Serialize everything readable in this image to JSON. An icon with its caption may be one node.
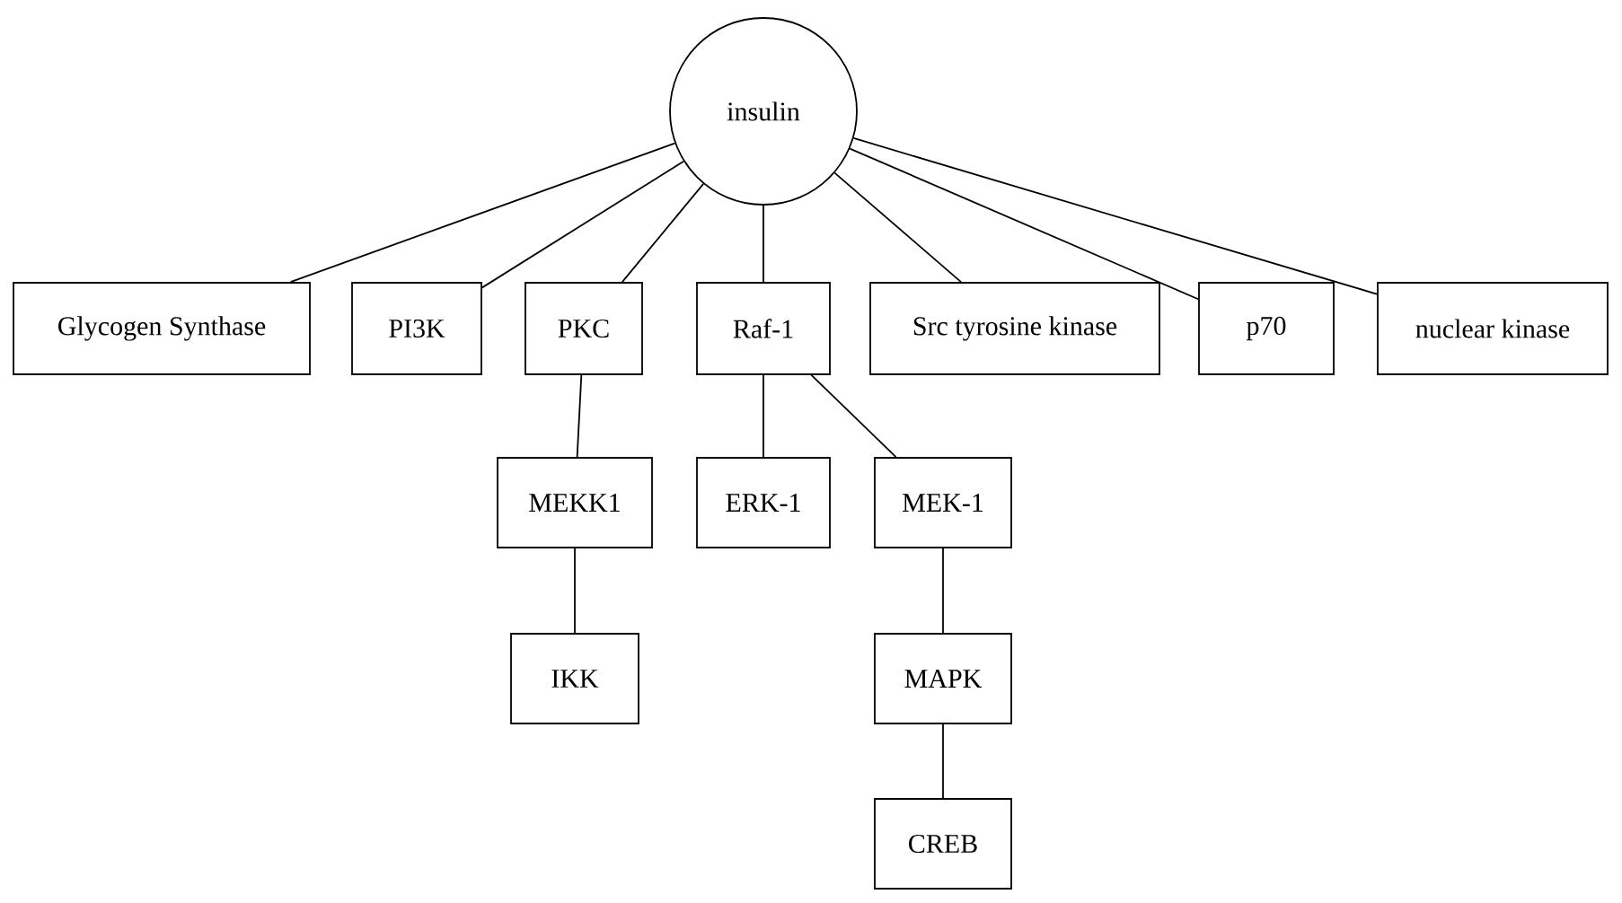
{
  "diagram": {
    "nodes": [
      {
        "text": [
          "insulin"
        ]
      },
      {
        "text": [
          "Glycogen Synthase"
        ]
      },
      {
        "text": [
          "PI3K"
        ]
      },
      {
        "text": [
          "PKC"
        ]
      },
      {
        "text": [
          "Raf-1"
        ]
      },
      {
        "text": [
          "Src tyrosine kinase"
        ]
      },
      {
        "text": [
          "p70"
        ]
      },
      {
        "text": [
          "nuclear kinase"
        ]
      },
      {
        "text": [
          "MEKK1"
        ]
      },
      {
        "text": [
          "ERK-1"
        ]
      },
      {
        "text": [
          "MEK-1"
        ]
      },
      {
        "text": [
          "IKK"
        ]
      },
      {
        "text": [
          "MAPK"
        ]
      },
      {
        "text": [
          "CREB"
        ]
      }
    ],
    "edges": [
      {
        "from": 0,
        "to": 1,
        "arrow": "none"
      },
      {
        "from": 0,
        "to": 2,
        "arrow": "none"
      },
      {
        "from": 0,
        "to": 3,
        "arrow": "none"
      },
      {
        "from": 0,
        "to": 4,
        "arrow": "none"
      },
      {
        "from": 0,
        "to": 5,
        "arrow": "none"
      },
      {
        "from": 0,
        "to": 6,
        "arrow": "none"
      },
      {
        "from": 0,
        "to": 7,
        "arrow": "none"
      },
      {
        "from": 3,
        "to": 8,
        "arrow": "none"
      },
      {
        "from": 8,
        "to": 11,
        "arrow": "none"
      },
      {
        "from": 4,
        "to": 9,
        "arrow": "none"
      },
      {
        "from": 4,
        "to": 10,
        "arrow": "none"
      },
      {
        "from": 10,
        "to": 12,
        "arrow": "none"
      },
      {
        "from": 12,
        "to": 13,
        "arrow": "none"
      }
    ]
  }
}
